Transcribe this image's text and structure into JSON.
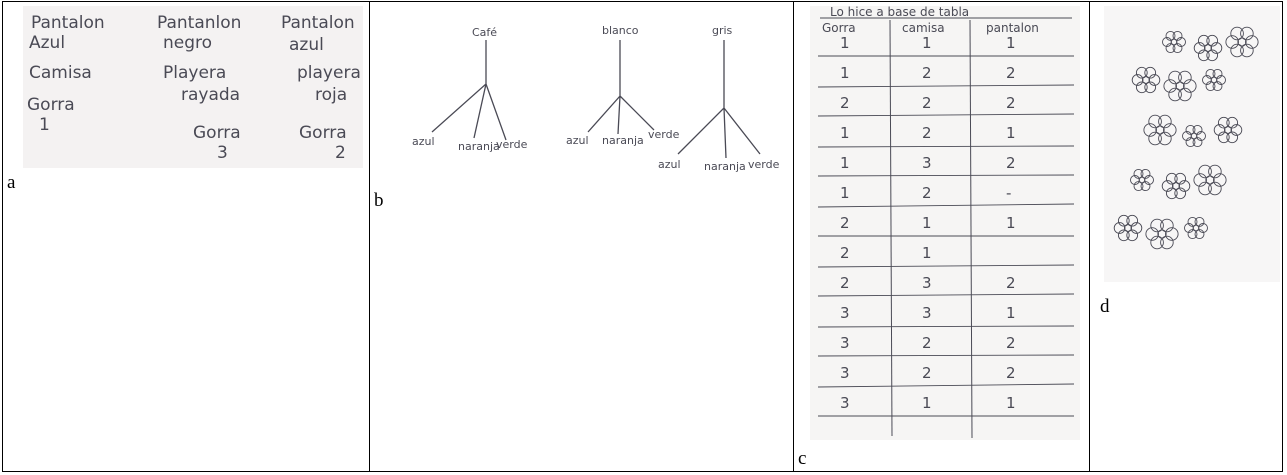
{
  "panels": {
    "a": {
      "caption": "a",
      "columns": [
        [
          "Pantalon",
          "Azul",
          "Camisa",
          "Gorra",
          "1"
        ],
        [
          "Pantanlon",
          "negro",
          "Playera",
          "rayada",
          "Gorra",
          "3"
        ],
        [
          "Pantalon",
          "azul",
          "playera",
          "roja",
          "Gorra",
          "2"
        ]
      ]
    },
    "b": {
      "caption": "b",
      "trees": [
        {
          "root": "Café",
          "leaves": [
            "azul",
            "naranja",
            "verde"
          ]
        },
        {
          "root": "blanco",
          "leaves": [
            "azul",
            "naranja",
            "verde"
          ]
        },
        {
          "root": "gris",
          "leaves": [
            "azul",
            "naranja",
            "verde"
          ]
        }
      ]
    },
    "c": {
      "caption": "c",
      "title": "Lo hice a base de tabla",
      "headers": [
        "Gorra",
        "camisa",
        "pantalon"
      ],
      "rows": [
        [
          "1",
          "1",
          "1"
        ],
        [
          "1",
          "2",
          "2"
        ],
        [
          "2",
          "2",
          "2"
        ],
        [
          "1",
          "2",
          "1"
        ],
        [
          "1",
          "3",
          "2"
        ],
        [
          "1",
          "2",
          "-"
        ],
        [
          "2",
          "1",
          "1"
        ],
        [
          "2",
          "1",
          ""
        ],
        [
          "2",
          "3",
          "2"
        ],
        [
          "3",
          "3",
          "1"
        ],
        [
          "3",
          "2",
          "2"
        ],
        [
          "3",
          "2",
          "2"
        ],
        [
          "3",
          "1",
          "1"
        ]
      ]
    },
    "d": {
      "caption": "d",
      "flower_rows": [
        3,
        3,
        3,
        3,
        3
      ]
    }
  },
  "colors": {
    "ink": "#4a4a55",
    "paper": "#f4f2f2",
    "border": "#000000"
  }
}
